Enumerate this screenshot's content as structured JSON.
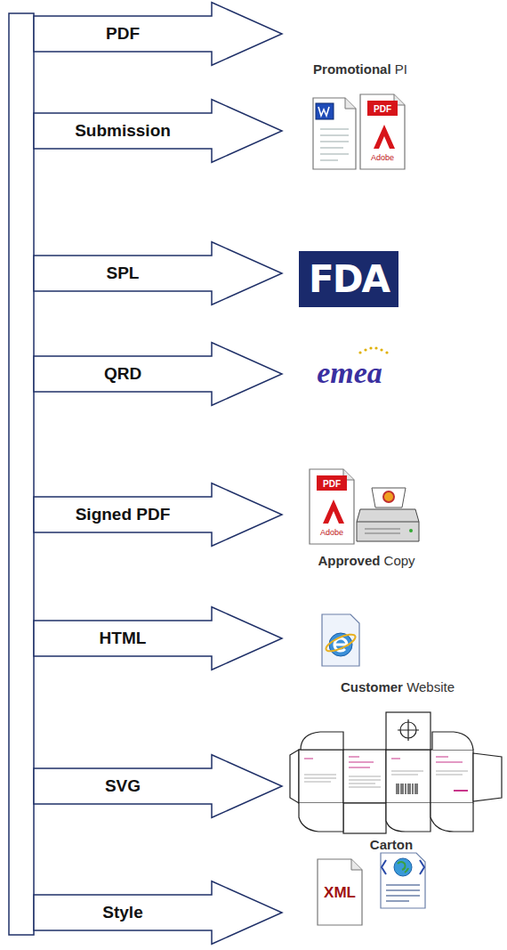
{
  "diagram": {
    "nodes": [
      {
        "text": [
          "PDF"
        ]
      },
      {
        "text": [
          "Submission"
        ]
      },
      {
        "text": [
          "SPL"
        ]
      },
      {
        "text": [
          "QRD"
        ]
      },
      {
        "text": [
          "Signed PDF"
        ]
      },
      {
        "text": [
          "HTML"
        ]
      },
      {
        "text": [
          "SVG"
        ]
      },
      {
        "text": [
          "Style"
        ]
      }
    ],
    "labels": [
      "Promotional PI",
      "PDF",
      "Adobe",
      "FDA",
      "emea",
      "PDF",
      "Adobe",
      "Approved Copy",
      "Customer Website",
      "Carton",
      "XML"
    ]
  }
}
